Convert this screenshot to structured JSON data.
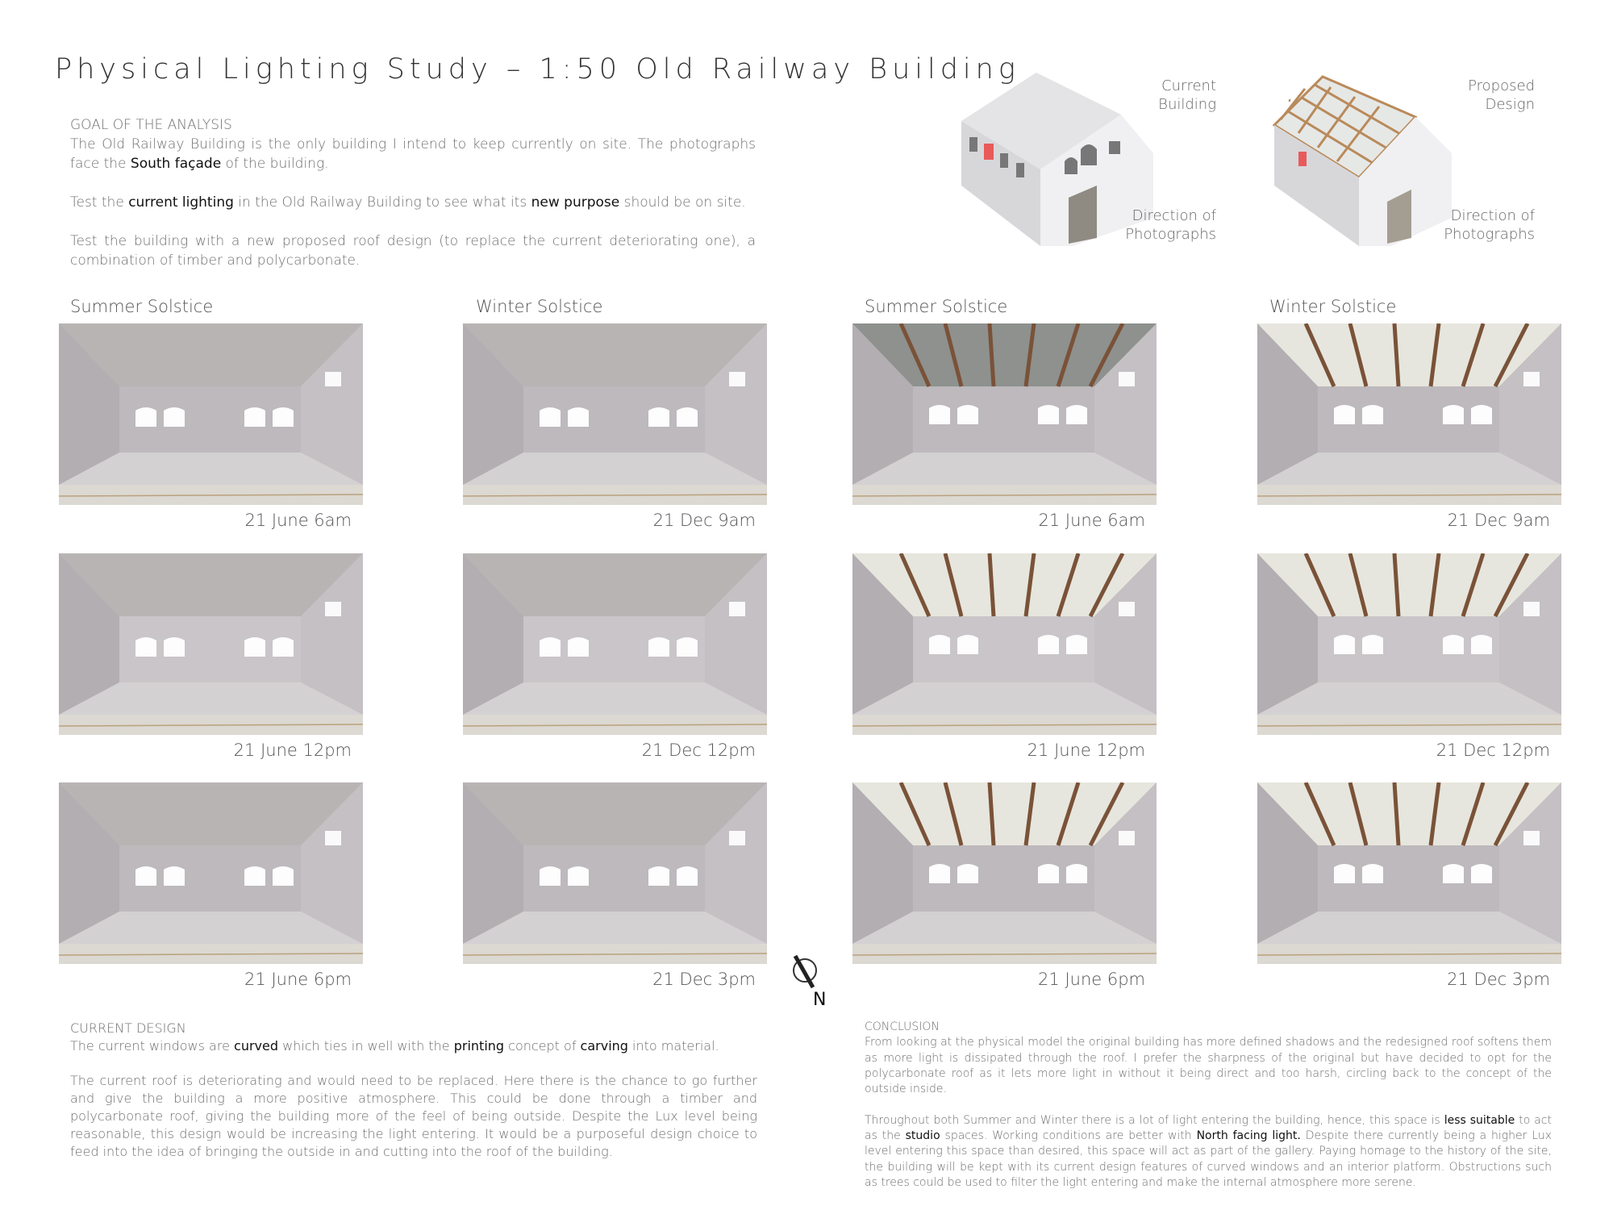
{
  "title": "Physical Lighting Study – 1:50 Old Railway Building",
  "goal": {
    "heading": "GOAL OF THE ANALYSIS",
    "p1_a": "The Old Railway Building is the only building I intend to keep currently on site. The photographs face the ",
    "p1_b": "South façade",
    "p1_c": " of the building.",
    "p2_a": "Test the ",
    "p2_b": "current lighting",
    "p2_c": " in the Old Railway Building to see what its ",
    "p2_d": "new purpose",
    "p2_e": " should be on site.",
    "p3": "Test the building with a new proposed roof design (to replace the current deteriorating one), a combination of timber and polycarbonate."
  },
  "models": [
    {
      "label_1": "Current",
      "label_2": "Building",
      "dir_1": "Direction of",
      "dir_2": "Photographs"
    },
    {
      "label_1": "Proposed",
      "label_2": "Design",
      "dir_1": "Direction of",
      "dir_2": "Photographs"
    }
  ],
  "columns": [
    {
      "heading": "Summer Solstice",
      "variant": "current",
      "captions": [
        "21 June 6am",
        "21 June 12pm",
        "21 June 6pm"
      ]
    },
    {
      "heading": "Winter Solstice",
      "variant": "current",
      "captions": [
        "21 Dec 9am",
        "21 Dec 12pm",
        "21 Dec 3pm"
      ]
    },
    {
      "heading": "Summer Solstice",
      "variant": "proposed",
      "captions": [
        "21 June 6am",
        "21 June 12pm",
        "21 June 6pm"
      ]
    },
    {
      "heading": "Winter Solstice",
      "variant": "proposed",
      "captions": [
        "21 Dec 9am",
        "21 Dec 12pm",
        "21 Dec 3pm"
      ]
    }
  ],
  "compass_label": "N",
  "current_design": {
    "heading": "CURRENT DESIGN",
    "p1_a": "The current windows are ",
    "p1_b": "curved",
    "p1_c": " which ties in well with the ",
    "p1_d": "printing",
    "p1_e": " concept of ",
    "p1_f": "carving",
    "p1_g": " into material.",
    "p2": "The current roof is deteriorating and would need to be replaced. Here there is the chance to go further and give the building a more positive atmosphere. This could be done through a timber and polycarbonate roof, giving the building more of the feel of being outside. Despite the Lux level being reasonable, this design would be increasing the light entering. It would be a purposeful design choice to feed into the idea of bringing the outside in and cutting into the roof of the building."
  },
  "conclusion": {
    "heading": "CONCLUSION",
    "p1": "From looking at the physical model the original building has more defined shadows and the redesigned roof softens them as more light is dissipated through the roof. I prefer the sharpness of the original but have decided to opt for the polycarbonate roof as it lets more light in without it being direct and too harsh, circling back to the concept of the outside inside.",
    "p2_a": "Throughout both Summer and Winter there is a lot of light entering the building, hence, this space is ",
    "p2_b": "less suitable",
    "p2_c": " to act as the ",
    "p2_d": "studio",
    "p2_e": " spaces. Working conditions are better with ",
    "p2_f": "North facing light.",
    "p2_g": " Despite there currently being a higher Lux level entering this space than desired, this space will act as part of the gallery. Paying homage to the history of the site, the building will be kept with its current design features of curved windows and an interior platform. Obstructions such as trees could be used to filter the light entering and make the internal atmosphere more serene."
  },
  "colors": {
    "timber": "#a8744a",
    "accent_red": "#e85a5a"
  }
}
